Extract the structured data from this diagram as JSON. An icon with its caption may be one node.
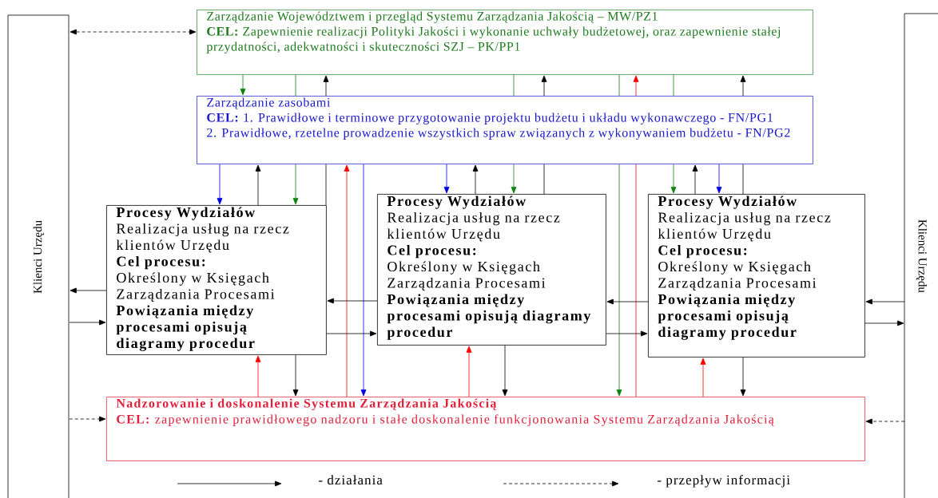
{
  "diagram": {
    "nodes": [
      {
        "text": [
          "Klienci Urzędu"
        ]
      },
      {
        "text": [
          "Zarządzanie Województwem i przegląd Systemu Zarządzania Jakością – MW/PZ1",
          "**CEL:** Zapewnienie realizacji Polityki Jakości i wykonanie uchwały budżetowej, oraz zapewnienie stałej przydatności, adekwatności i skuteczności SZJ – PK/PP1"
        ]
      },
      {
        "text": [
          "Zarządzanie zasobami",
          "**CEL:** 1. Prawidłowe i terminowe przygotowanie projektu budżetu i układu wykonawczego - FN/PG1",
          "2. Prawidłowe, rzetelne prowadzenie wszystkich spraw związanych z wykonywaniem budżetu - FN/PG2"
        ]
      },
      {
        "text": [
          "Procesy Wydziałów",
          "Realizacja usług na rzecz klientów Urzędu",
          "Cel procesu:",
          "Określony w Księgach Zarządzania Procesami",
          "Powiązania między procesami opisują diagramy procedur"
        ]
      },
      {
        "text": [
          "Procesy Wydziałów",
          "Realizacja usług na rzecz klientów Urzędu",
          "Cel procesu:",
          "Określony w Księgach Zarządzania Procesami",
          "Powiązania między procesami opisują diagramy procedur"
        ]
      },
      {
        "text": [
          "Procesy Wydziałów",
          "Realizacja usług na rzecz klientów Urzędu",
          "Cel procesu:",
          "Określony w Księgach Zarządzania Procesami",
          "Powiązania między procesami opisują diagramy procedur"
        ]
      },
      {
        "text": [
          "Nadzorowanie i doskonalenie Systemu Zarządzania Jakością",
          "**CEL:** zapewnienie prawidłowego nadzoru i stałe doskonalenie funkcjonowania Systemu Zarządzania Jakością"
        ]
      },
      {
        "text": [
          "Klienci Urzędu"
        ]
      }
    ],
    "edges": [
      {
        "from": 0,
        "to": 1,
        "arrow": "both",
        "style": "dashed"
      },
      {
        "from": 1,
        "to": 2,
        "arrow": "to",
        "color": "#108010"
      },
      {
        "from": 1,
        "to": 2,
        "arrow": "none",
        "color": "#108010"
      },
      {
        "from": 2,
        "to": 3,
        "arrow": "to",
        "color": "#108010"
      },
      {
        "from": 3,
        "to": 2,
        "arrow": "none"
      },
      {
        "from": 2,
        "to": 1,
        "arrow": "to"
      },
      {
        "from": 1,
        "to": 2,
        "arrow": "none",
        "color": "#108010"
      },
      {
        "from": 2,
        "to": 4,
        "arrow": "to",
        "color": "#108010"
      },
      {
        "from": 4,
        "to": 2,
        "arrow": "none"
      },
      {
        "from": 2,
        "to": 1,
        "arrow": "to"
      },
      {
        "from": 1,
        "to": 2,
        "arrow": "none",
        "color": "#108010"
      },
      {
        "from": 2,
        "to": 6,
        "arrow": "to",
        "color": "#108010"
      },
      {
        "from": 6,
        "to": 2,
        "arrow": "none",
        "color": "#ff0000"
      },
      {
        "from": 2,
        "to": 1,
        "arrow": "to",
        "color": "#ff0000"
      },
      {
        "from": 1,
        "to": 2,
        "arrow": "none",
        "color": "#108010"
      },
      {
        "from": 2,
        "to": 5,
        "arrow": "to",
        "color": "#108010"
      },
      {
        "from": 5,
        "to": 2,
        "arrow": "none"
      },
      {
        "from": 2,
        "to": 1,
        "arrow": "to"
      },
      {
        "from": 2,
        "to": 3,
        "arrow": "to",
        "color": "#0000dd"
      },
      {
        "from": 3,
        "to": 2,
        "arrow": "to"
      },
      {
        "from": 6,
        "to": 2,
        "arrow": "to",
        "color": "#ff0000"
      },
      {
        "from": 2,
        "to": 6,
        "arrow": "to",
        "color": "#0000dd"
      },
      {
        "from": 2,
        "to": 4,
        "arrow": "to",
        "color": "#0000dd"
      },
      {
        "from": 4,
        "to": 2,
        "arrow": "to"
      },
      {
        "from": 5,
        "to": 2,
        "arrow": "to"
      },
      {
        "from": 2,
        "to": 5,
        "arrow": "to",
        "color": "#0000dd"
      },
      {
        "from": 3,
        "to": 0,
        "arrow": "to"
      },
      {
        "from": 0,
        "to": 3,
        "arrow": "to"
      },
      {
        "from": 4,
        "to": 3,
        "arrow": "to"
      },
      {
        "from": 3,
        "to": 4,
        "arrow": "to"
      },
      {
        "from": 5,
        "to": 4,
        "arrow": "to"
      },
      {
        "from": 4,
        "to": 5,
        "arrow": "to"
      },
      {
        "from": 7,
        "to": 5,
        "arrow": "to"
      },
      {
        "from": 5,
        "to": 7,
        "arrow": "to"
      },
      {
        "from": 6,
        "to": 3,
        "arrow": "to",
        "color": "#ff0000"
      },
      {
        "from": 3,
        "to": 6,
        "arrow": "to"
      },
      {
        "from": 6,
        "to": 4,
        "arrow": "to",
        "color": "#ff0000"
      },
      {
        "from": 4,
        "to": 6,
        "arrow": "to"
      },
      {
        "from": 6,
        "to": 5,
        "arrow": "to",
        "color": "#ff0000"
      },
      {
        "from": 5,
        "to": 6,
        "arrow": "to"
      },
      {
        "from": 0,
        "to": 6,
        "arrow": "to",
        "style": "dashed"
      },
      {
        "from": 7,
        "to": 6,
        "arrow": "to",
        "style": "dashed"
      }
    ],
    "legend": [
      {
        "text": "- działania"
      },
      {
        "text": "- przepływ informacji"
      }
    ]
  }
}
